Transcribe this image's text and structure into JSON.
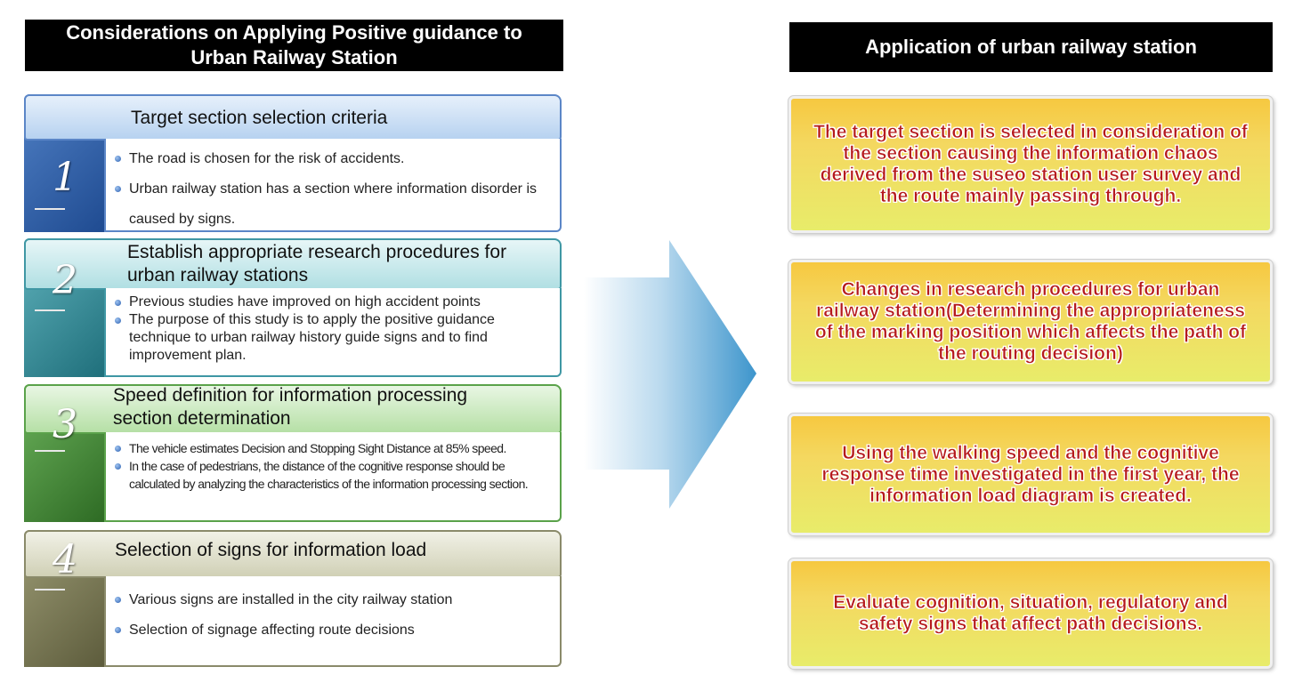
{
  "left_header": "Considerations on Applying Positive guidance to Urban Railway Station",
  "right_header": "Application of urban railway station",
  "cards": [
    {
      "number": "1",
      "title": "Target section selection criteria",
      "bullets": [
        "The road is chosen for the risk of accidents.",
        "Urban railway station has a section where information disorder is caused by signs."
      ]
    },
    {
      "number": "2",
      "title": "Establish appropriate research procedures for urban railway stations",
      "bullets": [
        "Previous studies have improved on high accident points",
        "The purpose of this study is to apply the positive guidance technique to urban railway history guide signs and to find improvement plan."
      ]
    },
    {
      "number": "3",
      "title": "Speed definition for information processing section determination",
      "bullets": [
        "The vehicle estimates Decision and Stopping Sight Distance at 85% speed.",
        "In the case of pedestrians, the distance of the cognitive response should be calculated by analyzing the characteristics of the information processing section."
      ]
    },
    {
      "number": "4",
      "title": "Selection of signs for information load",
      "bullets": [
        "Various signs are installed in the city railway station",
        "Selection of signage affecting route decisions"
      ]
    }
  ],
  "applications": [
    "The target section is selected in consideration of the section causing the information chaos derived from the suseo station user survey and the route mainly passing through.",
    "Changes in research procedures for urban railway station(Determining the appropriateness of the marking position which affects the path of the routing decision)",
    "Using the walking speed and the cognitive response time investigated in the first year, the information load diagram is created.",
    "Evaluate cognition, situation, regulatory and safety signs that affect path decisions."
  ]
}
